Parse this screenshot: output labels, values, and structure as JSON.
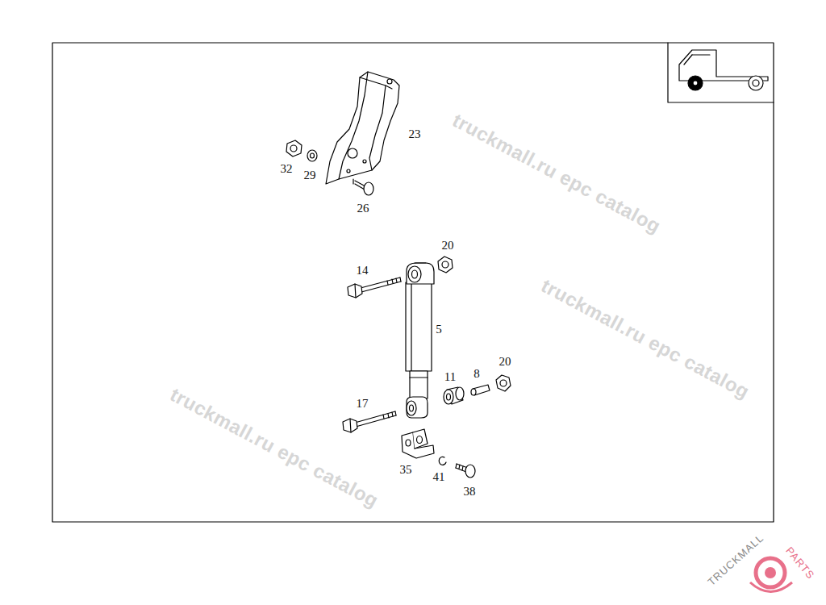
{
  "diagram": {
    "labels": [
      "32",
      "29",
      "23",
      "26",
      "20",
      "14",
      "5",
      "11",
      "8",
      "20",
      "17",
      "35",
      "41",
      "38",
      "truckmall.ru epc catalog",
      "truckmall.ru epc catalog",
      "truckmall.ru epc catalog",
      "TRUCKMALL",
      "PARTS"
    ]
  }
}
